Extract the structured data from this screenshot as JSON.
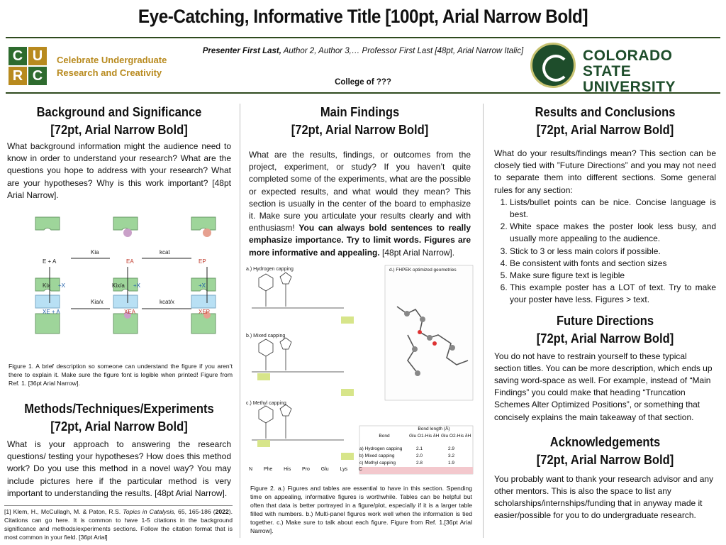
{
  "header": {
    "title": "Eye-Catching, Informative Title [100pt, Arial Narrow Bold]",
    "presenter": "Presenter First Last,",
    "authors_rest": " Author 2, Author 3,… Professor First Last [48pt, Arial Narrow Italic]",
    "college": "College of ???"
  },
  "logos": {
    "curc_letters": [
      "C",
      "U",
      "R",
      "C"
    ],
    "curc_line1": "Celebrate Undergraduate",
    "curc_line2": "Research and Creativity",
    "csu_line1": "COLORADO STATE",
    "csu_line2": "UNIVERSITY"
  },
  "colors": {
    "csu_green": "#1e4d2b",
    "curc_gold": "#b88a1e",
    "curc_green": "#2e6b2e"
  },
  "left": {
    "heading1": "Background and Significance",
    "heading1b": "[72pt, Arial Narrow Bold]",
    "body1": "What background information might the audience need to know in order to understand your research? What are the questions you hope to address with your research? What are your hypotheses? Why is this work important? [48pt Arial Narrow].",
    "figure1_caption": "Figure 1. A brief description so someone can understand the figure if you aren’t there to explain it. Make sure the figure font is legible when printed! Figure from Ref. 1. [36pt Arial Narrow].",
    "heading2": "Methods/Techniques/Experiments",
    "heading2b": "[72pt, Arial Narrow Bold]",
    "body2": "What is your approach to answering the research questions/ testing your hypotheses? How does this method work? Do you use this method in a novel way? You may include pictures here if the particular method is very important to understanding the results. [48pt Arial Narrow].",
    "ref_prefix": "[1]  Klem, H., McCullagh, M. & Paton, R.S. ",
    "ref_journal": "Topics in Catalysis,",
    "ref_mid": " 65, 165-186 (",
    "ref_year": "2022",
    "ref_end": "). Citations can go here. It is common to have 1-5 citations in the background significance and methods/experiments sections. Follow the citation format that is most common in your field. [36pt Arial]"
  },
  "middle": {
    "heading": "Main Findings",
    "headingb": "[72pt, Arial Narrow Bold]",
    "body_plain": "What are the results, findings, or outcomes from the project, experiment, or study? If you haven’t quite completed some of the experiments, what are the possible or expected results, and what would they mean? This section is usually in the center of the board to emphasize it. Make sure you articulate your results clearly and with enthusiasm! ",
    "body_bold": "You can always bold sentences to really emphasize importance. Try to limit words. Figures are more informative and appealing.",
    "body_tail": " [48pt Arial Narrow].",
    "figure2_caption": "Figure 2. a.) Figures and tables are essential to have in this section. Spending time on appealing, informative figures is worthwhile. Tables can be helpful but often that data is better portrayed in a figure/plot, especially if it is a larger table filled with numbers. b.) Multi-panel figures work well when the information is tied together. c.) Make sure to talk about each figure. Figure from Ref. 1.[36pt Arial Narrow].",
    "fig_labels": {
      "a": "a.) Hydrogen capping",
      "b": "b.) Mixed capping",
      "c": "c.) Methyl capping",
      "d": "d.) FHPEK optimized geometries"
    },
    "table": {
      "title": "Bond length (Å)",
      "headers": [
        "Bond",
        "Glu O1-His δH",
        "Glu O2-His δH"
      ],
      "rows": [
        [
          "a) Hydrogen capping",
          "2.1",
          "2.9"
        ],
        [
          "b) Mixed capping",
          "2.0",
          "3.2"
        ],
        [
          "c) Methyl capping",
          "2.8",
          "1.9"
        ]
      ]
    },
    "residues": [
      "N",
      "Phe",
      "His",
      "Pro",
      "Glu",
      "Lys",
      "C"
    ]
  },
  "right": {
    "heading1": "Results and Conclusions",
    "heading1b": "[72pt, Arial Narrow Bold]",
    "intro": "What do your results/findings mean? This section can be closely tied with ”Future Directions” and you may not need to separate them into different sections. Some general rules for any section:",
    "list": [
      "Lists/bullet points can be nice. Concise language is best.",
      "White space makes the poster look less busy, and usually more appealing to the audience.",
      "Stick to 3 or less main colors if possible.",
      "Be consistent with fonts and section sizes",
      "Make sure figure text is legible",
      "This example poster has a LOT of text. Try to make your poster have less.  Figures > text."
    ],
    "heading2": "Future Directions",
    "heading2b": "[72pt, Arial Narrow Bold]",
    "body2": "You do not have to restrain yourself to these typical section titles. You can be more description, which ends up saving word-space as well. For example, instead of “Main Findings” you could make that heading “Truncation Schemes Alter Optimized Positions”, or something that concisely explains the main takeaway of that section.",
    "heading3": "Acknowledgements",
    "heading3b": "[72pt, Arial Narrow Bold]",
    "body3": "You probably want to thank your research advisor and any other mentors. This is also the space to list any scholarships/internships/funding that in anyway made it easier/possible for you to do undergraduate research."
  },
  "figure1_labels": [
    "E + A",
    "EA",
    "EP",
    "XE + A",
    "XEA",
    "XEP",
    "Kia",
    "kcat",
    "Kia/x",
    "kcat/x",
    "Kix",
    "Kix/a",
    "+X",
    "+X",
    "+X"
  ]
}
